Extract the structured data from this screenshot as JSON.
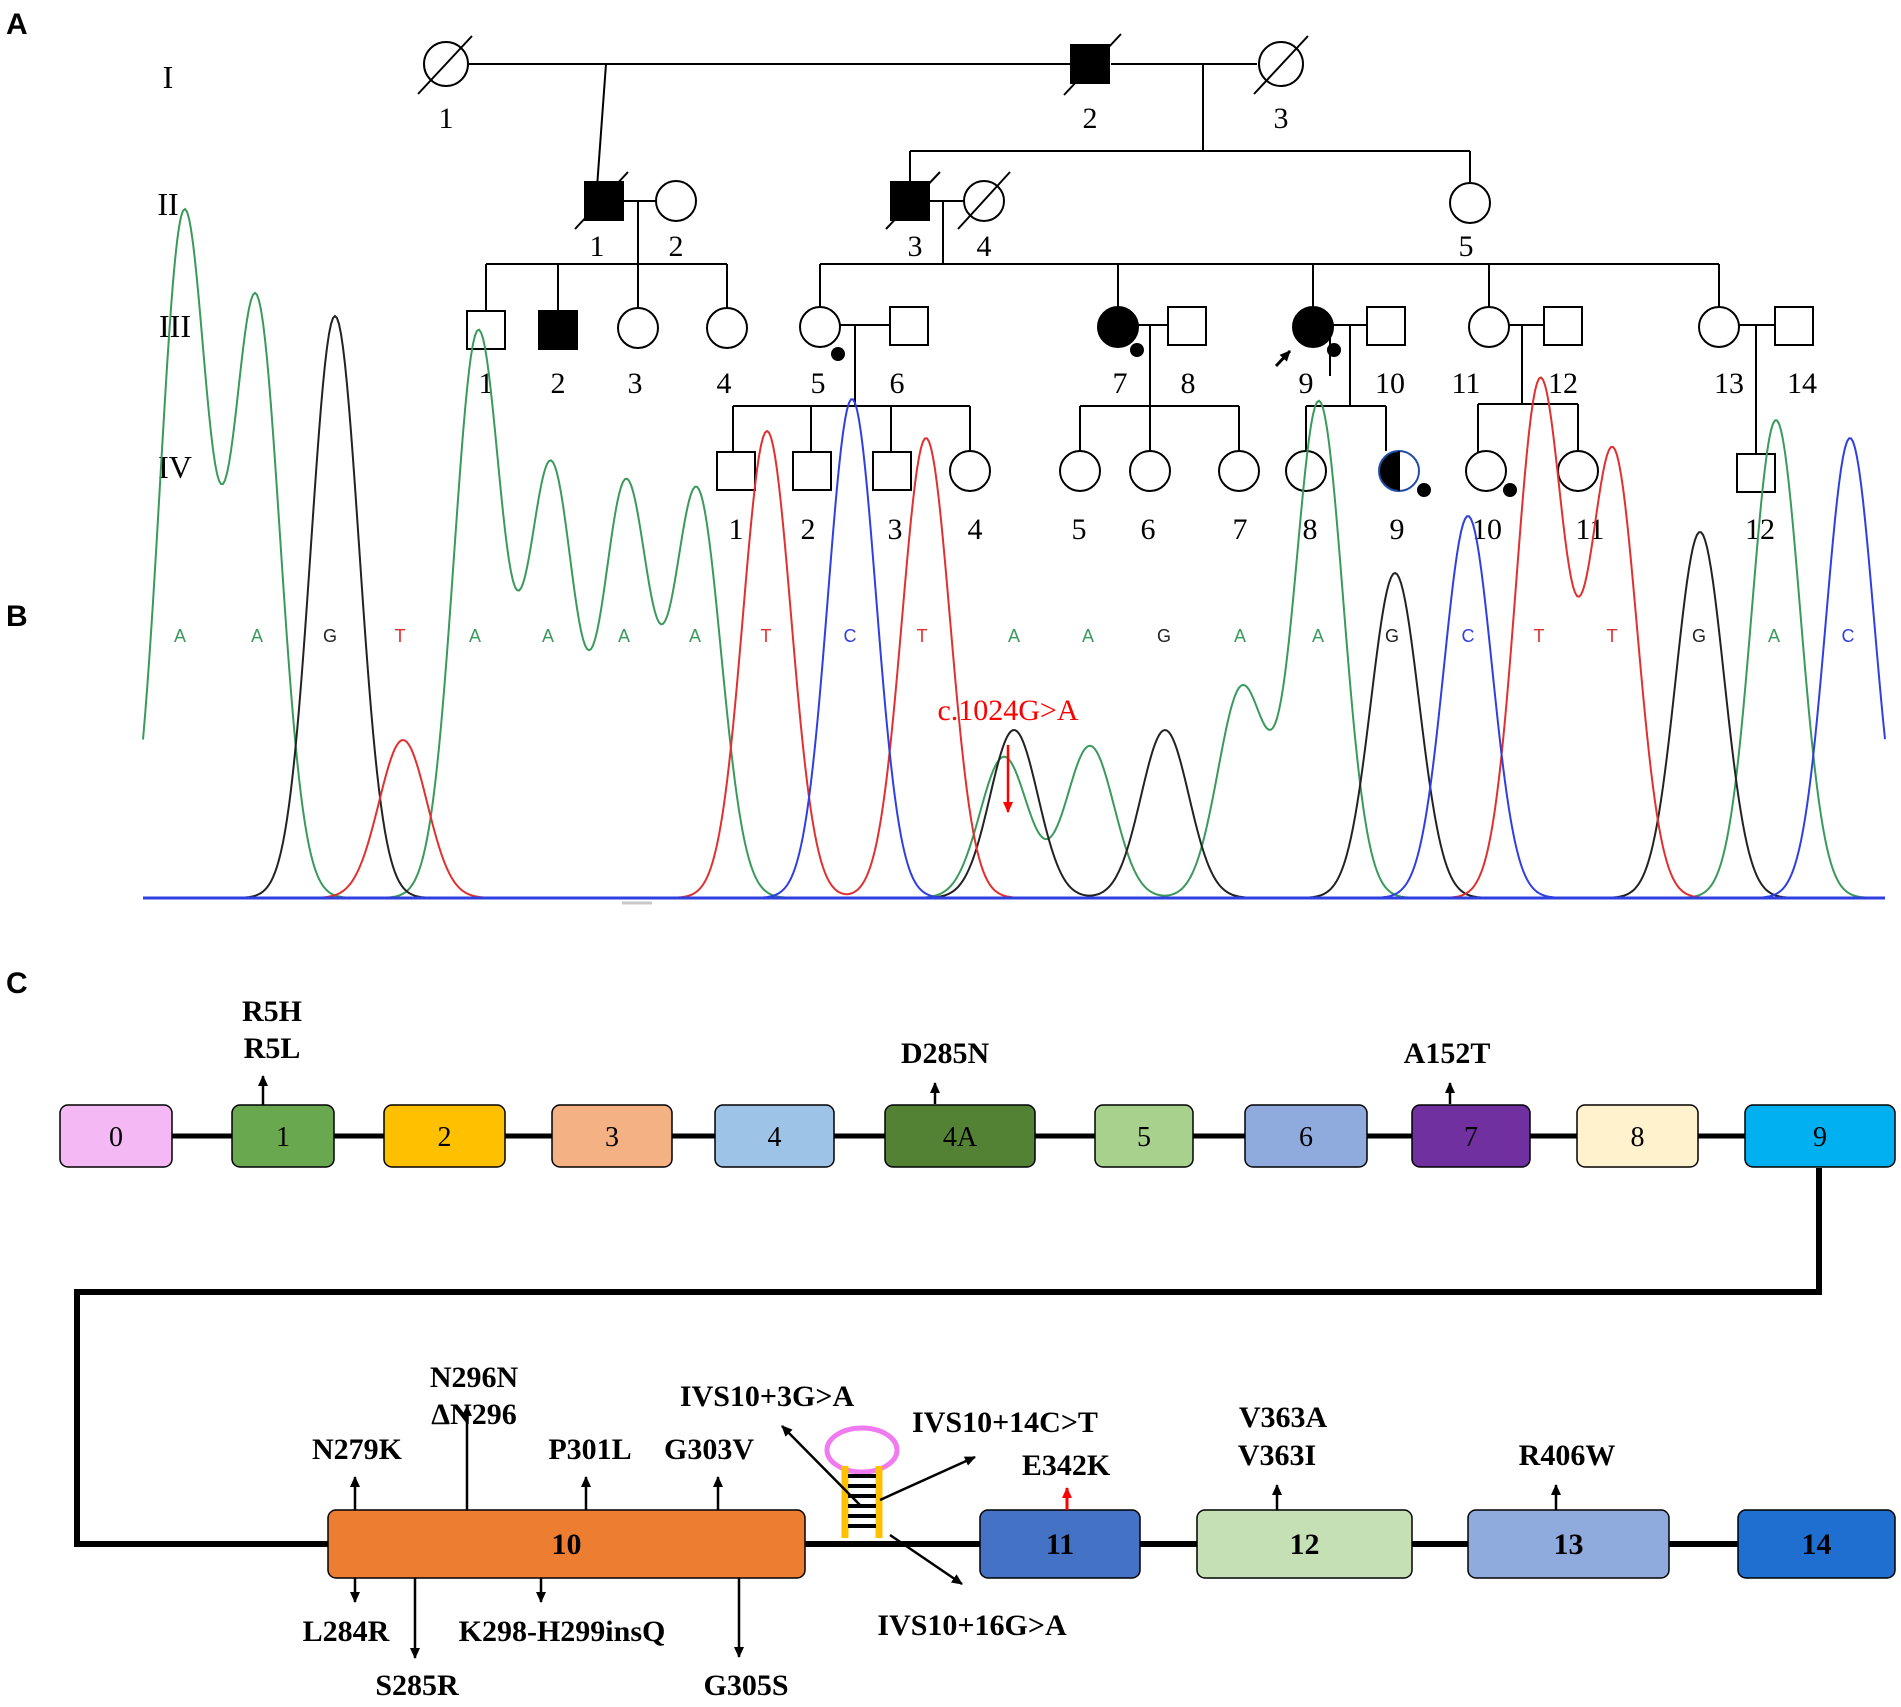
{
  "panels": {
    "a": "A",
    "b": "B",
    "c": "C"
  },
  "generations": [
    "I",
    "II",
    "III",
    "IV"
  ],
  "pedigree": {
    "gen1": [
      "1",
      "2",
      "3"
    ],
    "gen2": [
      "1",
      "2",
      "3",
      "4",
      "5"
    ],
    "gen3": [
      "1",
      "2",
      "3",
      "4",
      "5",
      "6",
      "7",
      "8",
      "9",
      "10",
      "11",
      "12",
      "13",
      "14"
    ],
    "gen4": [
      "1",
      "2",
      "3",
      "4",
      "5",
      "6",
      "7",
      "8",
      "9",
      "10",
      "11",
      "12"
    ]
  },
  "chromatogram": {
    "bases": [
      "A",
      "A",
      "G",
      "T",
      "A",
      "A",
      "A",
      "A",
      "T",
      "C",
      "T",
      "A",
      "A",
      "G",
      "A",
      "A",
      "G",
      "C",
      "T",
      "T",
      "G",
      "A",
      "C"
    ],
    "colors": {
      "A": "#3a9a5b",
      "G": "#222222",
      "T": "#e03030",
      "C": "#2f3fe0"
    },
    "variant_label": "c.1024G>A",
    "variant_color": "#ff0000"
  },
  "exons": [
    {
      "label": "0",
      "color": "#f4b8f4"
    },
    {
      "label": "1",
      "color": "#6aa84f"
    },
    {
      "label": "2",
      "color": "#ffc000"
    },
    {
      "label": "3",
      "color": "#f4b183"
    },
    {
      "label": "4",
      "color": "#9dc3e6"
    },
    {
      "label": "4A",
      "color": "#548235"
    },
    {
      "label": "5",
      "color": "#a9d18e"
    },
    {
      "label": "6",
      "color": "#8faadc"
    },
    {
      "label": "7",
      "color": "#7030a0"
    },
    {
      "label": "8",
      "color": "#fff2cc"
    },
    {
      "label": "9",
      "color": "#00b0f0"
    },
    {
      "label": "10",
      "color": "#ed7d31"
    },
    {
      "label": "11",
      "color": "#4472c4"
    },
    {
      "label": "12",
      "color": "#c5e0b4"
    },
    {
      "label": "13",
      "color": "#8faadc"
    },
    {
      "label": "14",
      "color": "#1f6fd0"
    }
  ],
  "mutations": {
    "r5h": "R5H",
    "r5l": "R5L",
    "d285n": "D285N",
    "a152t": "A152T",
    "n279k": "N279K",
    "n296n": "N296N",
    "dn296": "ΔN296",
    "p301l": "P301L",
    "g303v": "G303V",
    "ivs10_3": "IVS10+3G>A",
    "ivs10_14": "IVS10+14C>T",
    "e342k": "E342K",
    "v363a": "V363A",
    "v363i": "V363I",
    "r406w": "R406W",
    "l284r": "L284R",
    "s285r": "S285R",
    "k298": "K298-H299insQ",
    "g305s": "G305S",
    "ivs10_16": "IVS10+16G>A"
  },
  "highlight_color": "#ff0000"
}
